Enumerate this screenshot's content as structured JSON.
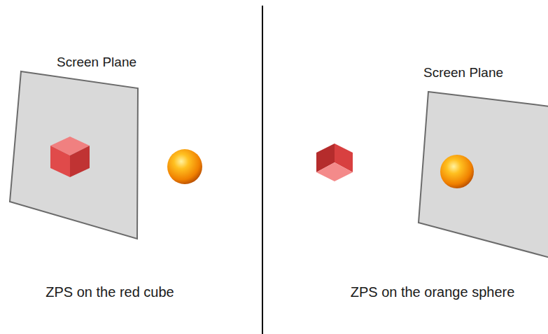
{
  "diagram": {
    "nodes": [
      {
        "text": [
          "Screen Plane"
        ]
      },
      {
        "text": [
          "Screen Plane"
        ]
      }
    ],
    "labels": [
      "ZPS on the red cube",
      "ZPS on the orange sphere"
    ]
  }
}
